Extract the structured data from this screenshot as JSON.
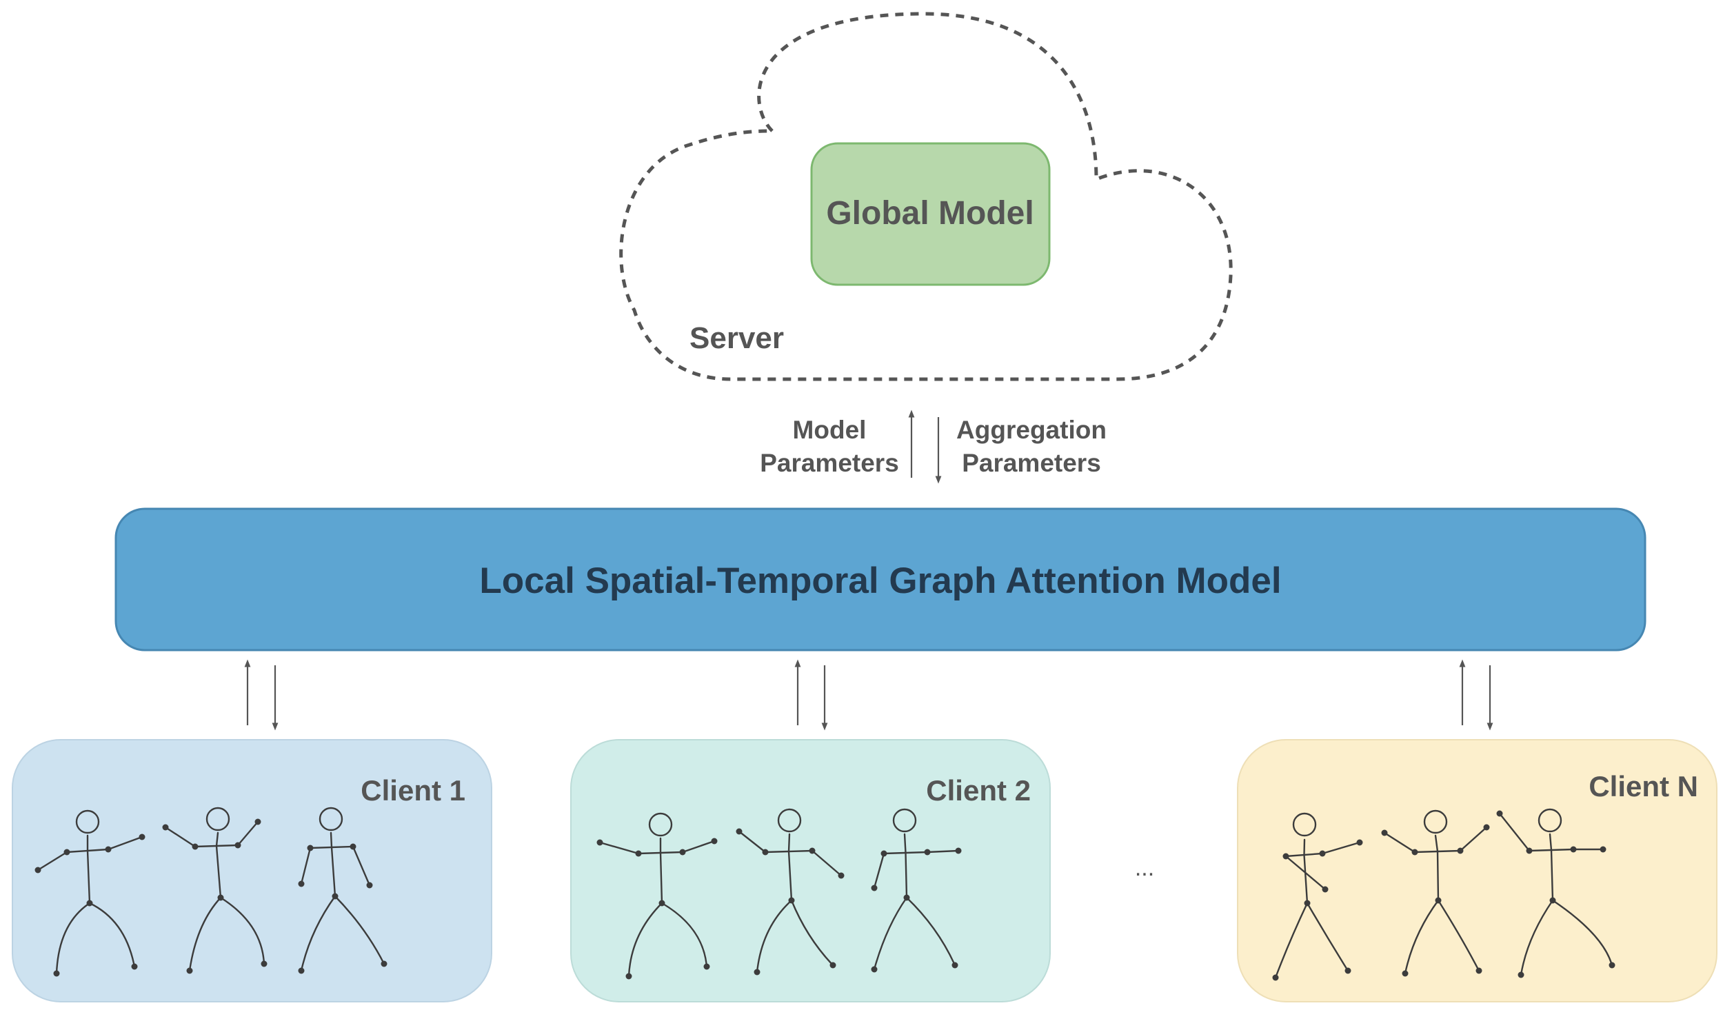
{
  "colors": {
    "global_model_fill": "#b7d8ab",
    "global_model_stroke": "#7db86f",
    "local_model_fill": "#5da5d2",
    "local_model_stroke": "#4687b2",
    "client_1_fill": "#cde2f0",
    "client_2_fill": "#d0ede9",
    "client_n_fill": "#fcefcc",
    "text": "#555555"
  },
  "server": {
    "label": "Server",
    "global_model_label": "Global Model"
  },
  "communication": {
    "upload_label_line1": "Model",
    "upload_label_line2": "Parameters",
    "download_label_line1": "Aggregation",
    "download_label_line2": "Parameters"
  },
  "local_model": {
    "label": "Local Spatial-Temporal Graph Attention Model"
  },
  "clients": [
    {
      "label": "Client 1"
    },
    {
      "label": "Client 2"
    },
    {
      "label": "Client N"
    }
  ],
  "ellipsis": "..."
}
